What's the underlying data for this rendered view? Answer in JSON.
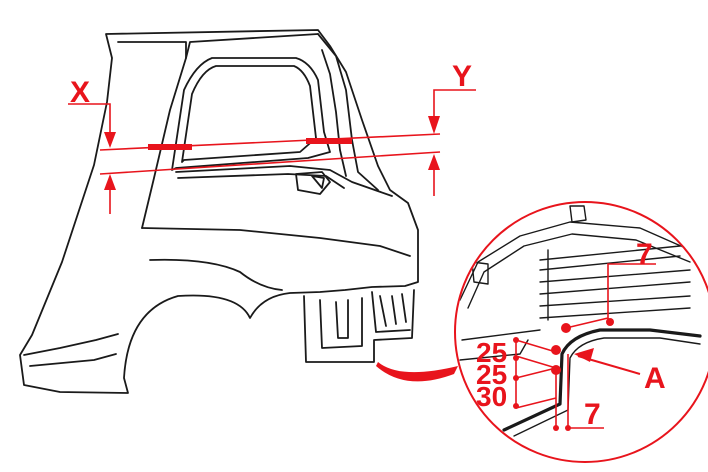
{
  "diagram": {
    "colors": {
      "line": "#1a1a1a",
      "accent": "#e8141c",
      "background": "#ffffff"
    },
    "labels": {
      "x": "X",
      "y": "Y",
      "a": "A",
      "dim_top": "7",
      "dim_bottom": "7",
      "dim_25_upper": "25",
      "dim_25_lower": "25",
      "dim_30": "30"
    }
  }
}
